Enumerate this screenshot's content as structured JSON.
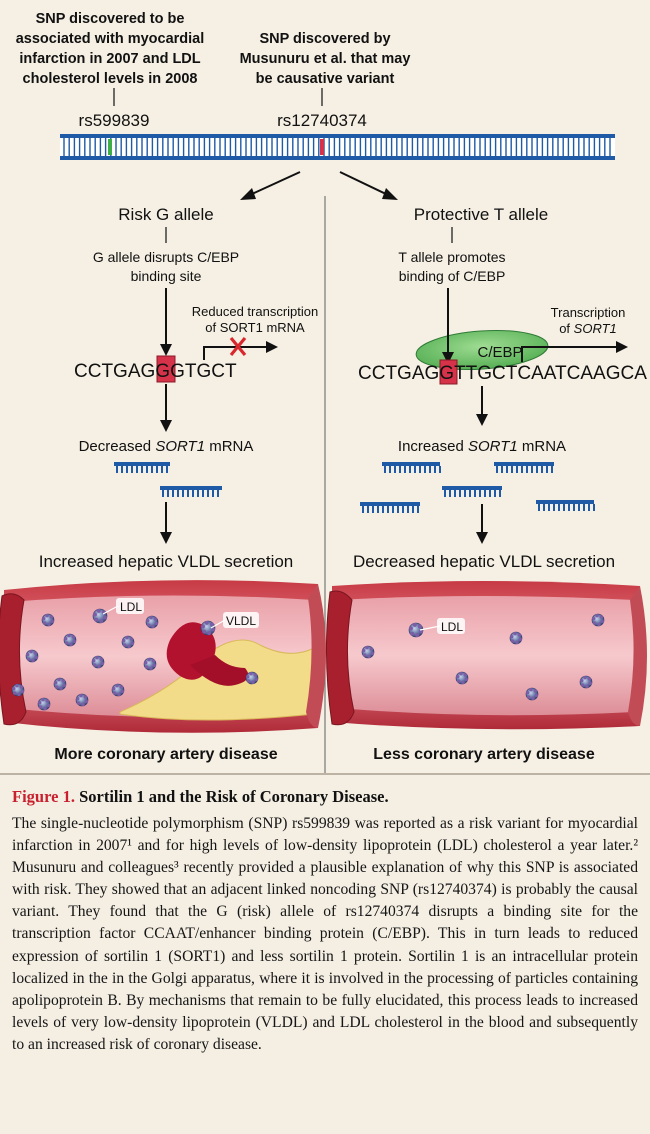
{
  "callouts": {
    "left": [
      "SNP discovered to be",
      "associated with myocardial",
      "infarction in 2007 and LDL",
      "cholesterol levels in 2008"
    ],
    "right": [
      "SNP discovered by",
      "Musunuru et al. that may",
      "be causative variant"
    ]
  },
  "snps": {
    "left": "rs599839",
    "right": "rs12740374"
  },
  "risk": {
    "allele": "Risk G allele",
    "effect": [
      "G allele disrupts C/EBP",
      "binding site"
    ],
    "transcription": [
      "Reduced transcription",
      "of SORT1 mRNA"
    ],
    "sequence_left": "CCTGAGG",
    "sequence_mid": "G",
    "sequence_right": "TGCT",
    "mrna_pre": "Decreased ",
    "mrna_gene": "SORT1",
    "mrna_post": " mRNA",
    "secretion": "Increased hepatic VLDL secretion",
    "ldl": "LDL",
    "vldl": "VLDL",
    "outcome": "More coronary artery disease"
  },
  "protective": {
    "allele": "Protective T allele",
    "effect": [
      "T allele promotes",
      "binding of C/EBP"
    ],
    "transcription_1": "Transcription",
    "transcription_2_pre": "of ",
    "transcription_2_gene": "SORT1",
    "protein": "C/EBP",
    "sequence_left": "CCTGAGG",
    "sequence_mid": "T",
    "sequence_right": "TGCTCAATCAAGCA",
    "mrna_pre": "Increased ",
    "mrna_gene": "SORT1",
    "mrna_post": " mRNA",
    "secretion": "Decreased hepatic VLDL secretion",
    "ldl": "LDL",
    "outcome": "Less coronary artery disease"
  },
  "caption": {
    "figure_label": "Figure 1.",
    "title": "Sortilin 1 and the Risk of Coronary Disease.",
    "body": "The single-nucleotide polymorphism (SNP) rs599839 was reported as a risk variant for myocardial infarction in 2007¹ and for high levels of low-density lipoprotein (LDL) cholesterol a year later.² Musunuru and colleagues³ recently provided a plausible explanation of why this SNP is associated with risk. They showed that an adjacent linked noncoding SNP (rs12740374) is probably the causal variant. They found that the G (risk) allele of rs12740374 disrupts a binding site for the transcription factor CCAAT/enhancer binding protein (C/EBP). This in turn leads to reduced expression of sortilin 1 (SORT1) and less sortilin 1 protein. Sortilin 1 is an intracellular protein localized in the in the Golgi apparatus, where it is involved in the processing of particles containing apolipoprotein B. By mechanisms that remain to be fully elucidated, this process leads to increased levels of very low-density lipoprotein (VLDL) and LDL cholesterol in the blood and subsequently to an increased risk of coronary disease."
  },
  "colors": {
    "dna": "#1f5aa6",
    "highlight": "#d6324a",
    "protein": "#6cc06a",
    "caption_red": "#c8202e"
  }
}
